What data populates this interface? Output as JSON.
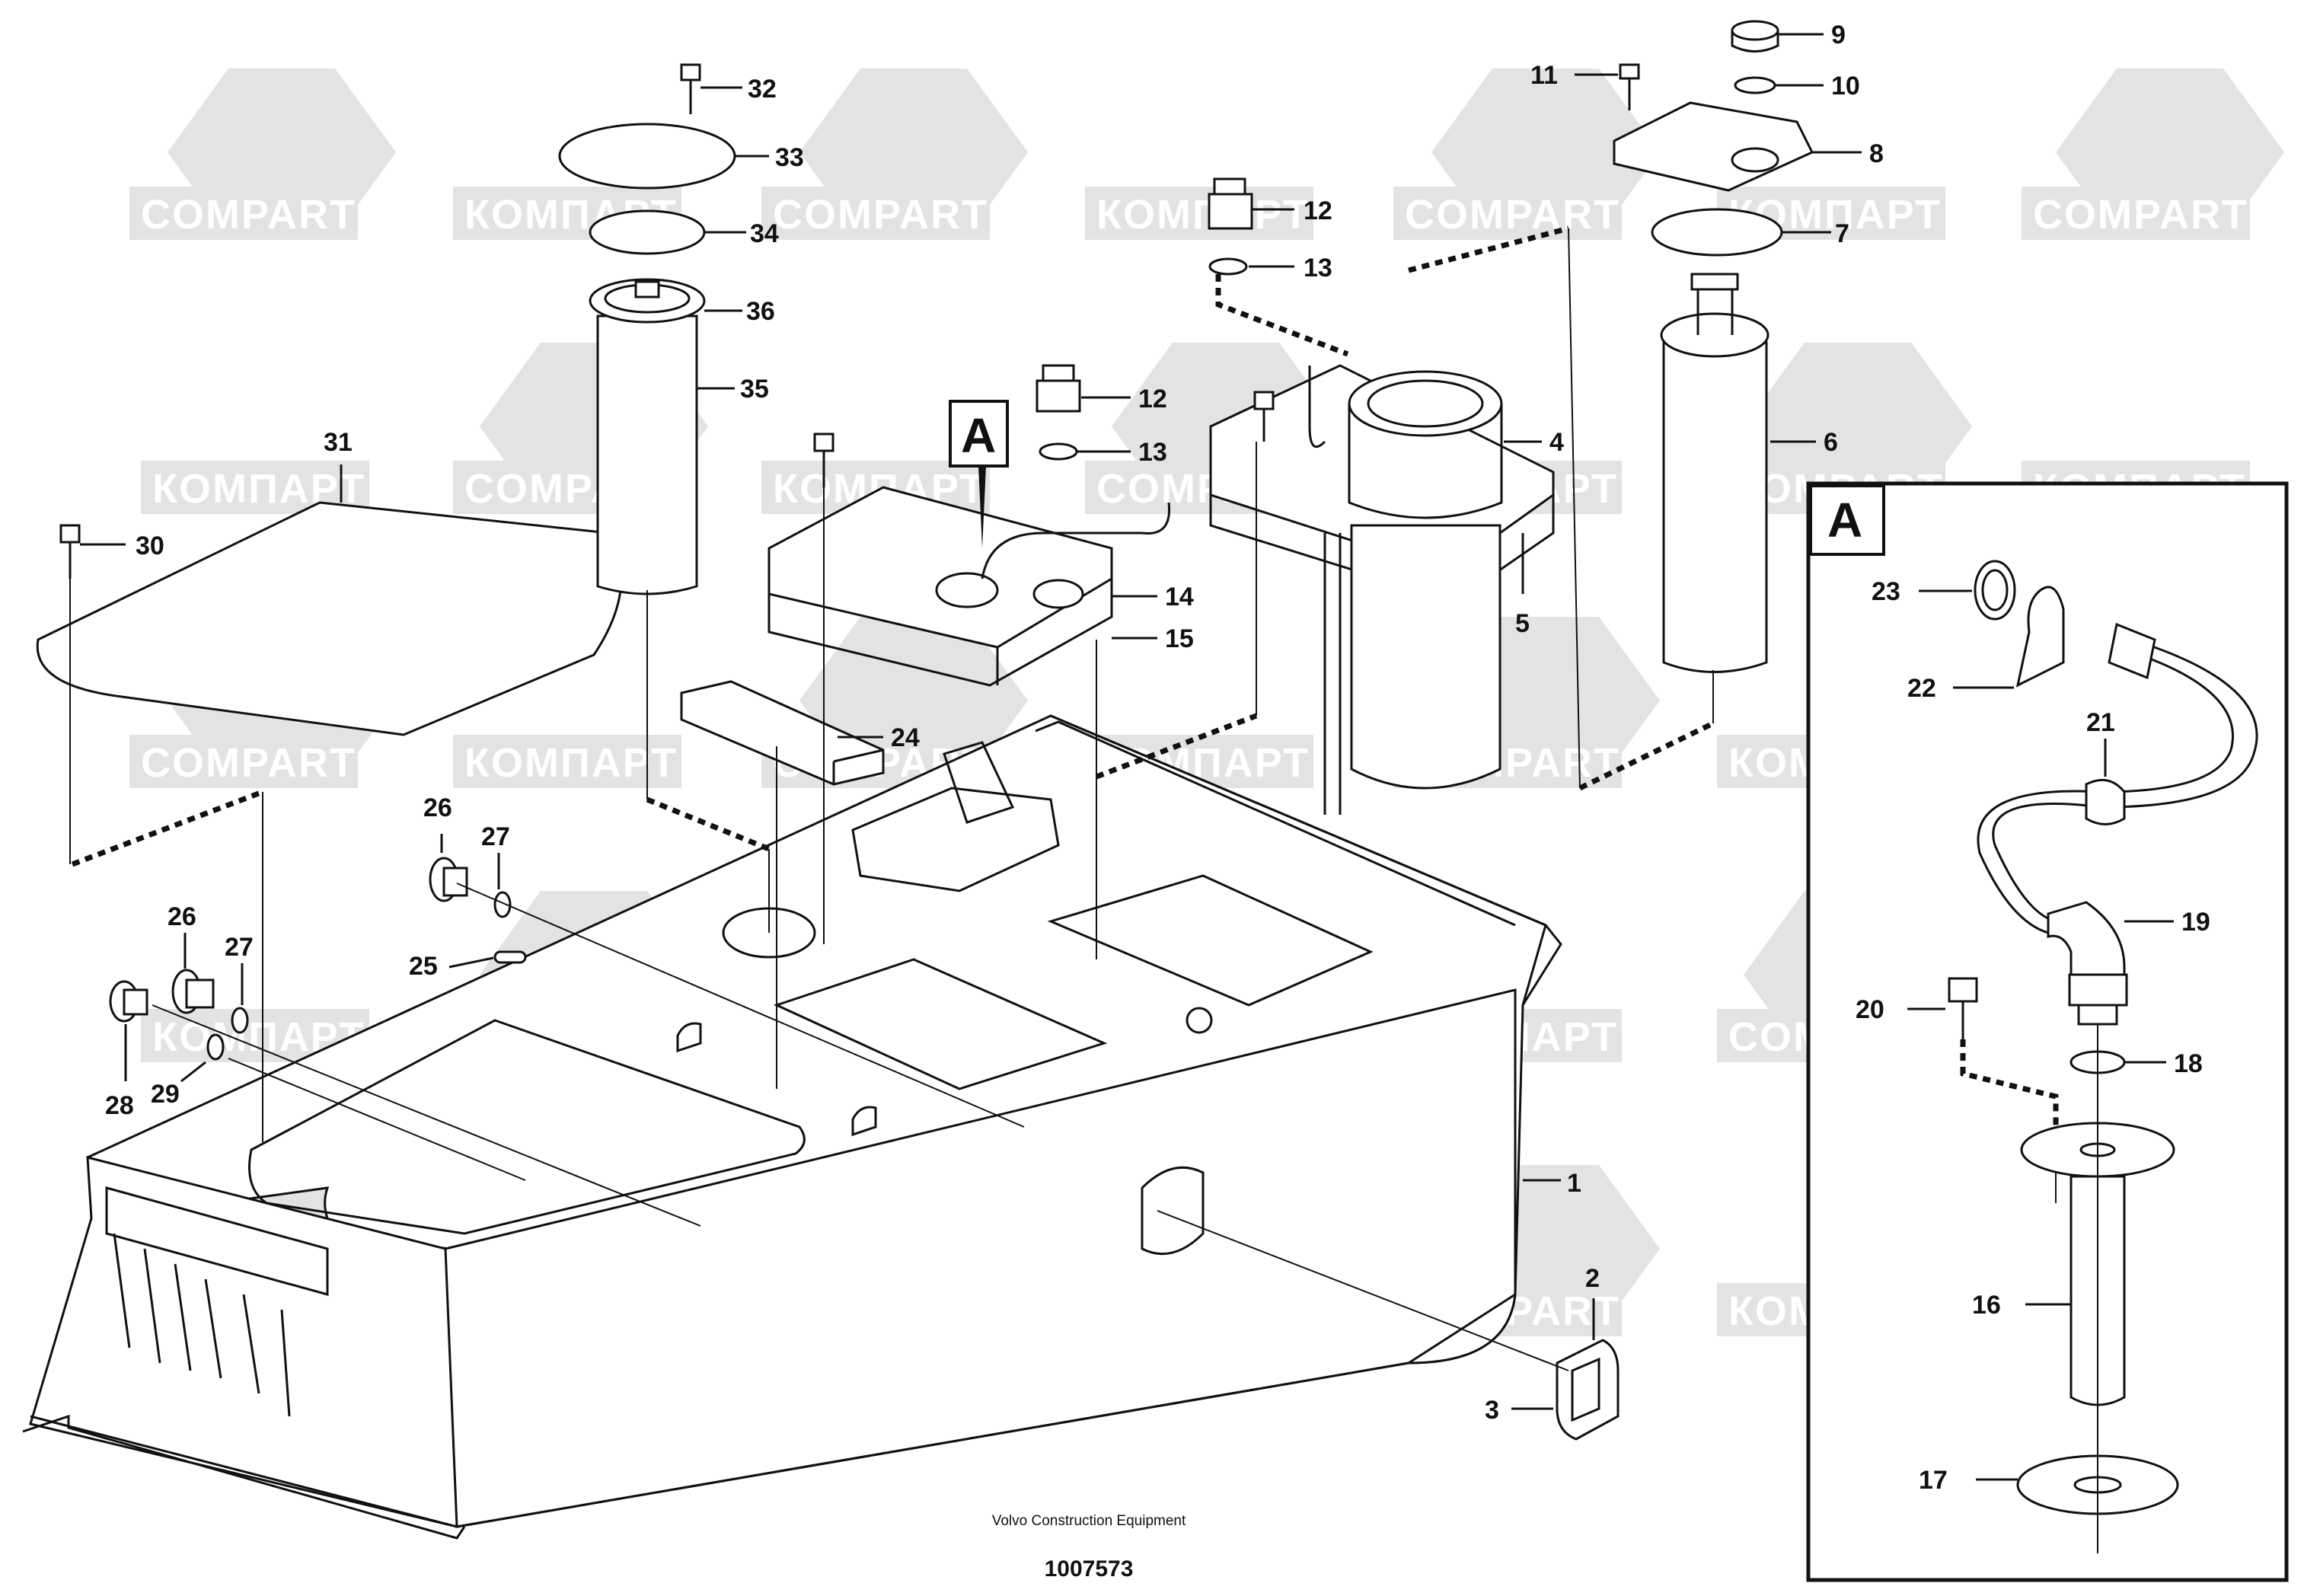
{
  "watermark": {
    "latin": "COMPART",
    "cyrillic": "КОМПАРТ"
  },
  "detail_view": {
    "label": "A"
  },
  "detail_marker": {
    "label": "A"
  },
  "footer": {
    "manufacturer": "Volvo Construction Equipment",
    "drawing_number": "1007573"
  },
  "callouts": {
    "c1": "1",
    "c2": "2",
    "c3": "3",
    "c4": "4",
    "c5": "5",
    "c6": "6",
    "c7": "7",
    "c8": "8",
    "c9": "9",
    "c10": "10",
    "c11": "11",
    "c12a": "12",
    "c13a": "13",
    "c12b": "12",
    "c13b": "13",
    "c14": "14",
    "c15": "15",
    "c16": "16",
    "c17": "17",
    "c18": "18",
    "c19": "19",
    "c20": "20",
    "c21": "21",
    "c22": "22",
    "c23": "23",
    "c24": "24",
    "c25": "25",
    "c26a": "26",
    "c27a": "27",
    "c26b": "26",
    "c27b": "27",
    "c28": "28",
    "c29": "29",
    "c30": "30",
    "c31": "31",
    "c32": "32",
    "c33": "33",
    "c34": "34",
    "c35": "35",
    "c36": "36"
  },
  "colors": {
    "line": "#111111",
    "watermark": "#e3e3e3",
    "background": "#ffffff"
  }
}
